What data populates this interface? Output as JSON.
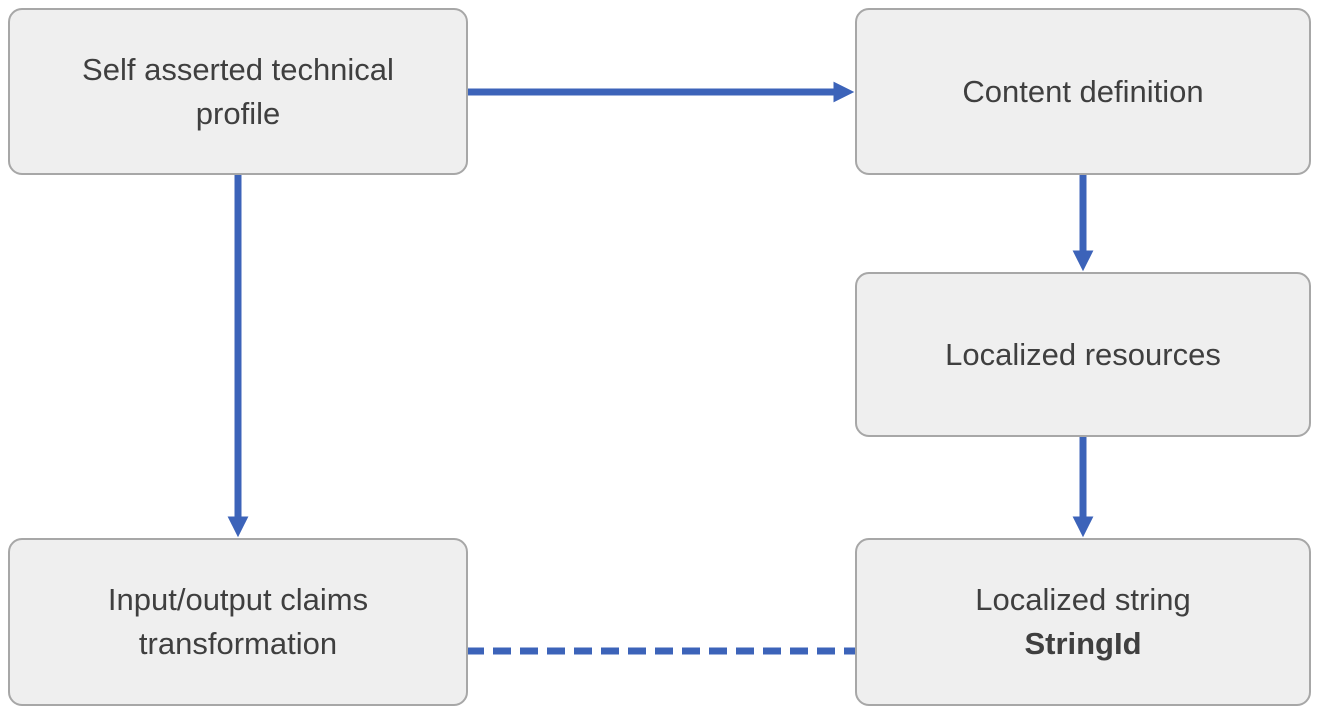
{
  "diagram": {
    "nodes": [
      {
        "id": "self-asserted-technical-profile",
        "label": "Self asserted technical profile"
      },
      {
        "id": "content-definition",
        "label": "Content definition"
      },
      {
        "id": "localized-resources",
        "label": "Localized resources"
      },
      {
        "id": "input-output-claims-transformation",
        "label": "Input/output claims transformation"
      },
      {
        "id": "localized-string",
        "label": "Localized string",
        "sublabel": "StringId"
      }
    ],
    "edges": [
      {
        "from": "self-asserted-technical-profile",
        "to": "content-definition",
        "style": "solid"
      },
      {
        "from": "self-asserted-technical-profile",
        "to": "input-output-claims-transformation",
        "style": "solid"
      },
      {
        "from": "content-definition",
        "to": "localized-resources",
        "style": "solid"
      },
      {
        "from": "localized-resources",
        "to": "localized-string",
        "style": "solid"
      },
      {
        "from": "input-output-claims-transformation",
        "to": "localized-string-stringid",
        "style": "dashed"
      }
    ],
    "colors": {
      "arrow": "#3C63B9",
      "node_fill": "#efefef",
      "node_border": "#a7a7a7",
      "text": "#3f3f3f",
      "background": "#ffffff"
    }
  }
}
